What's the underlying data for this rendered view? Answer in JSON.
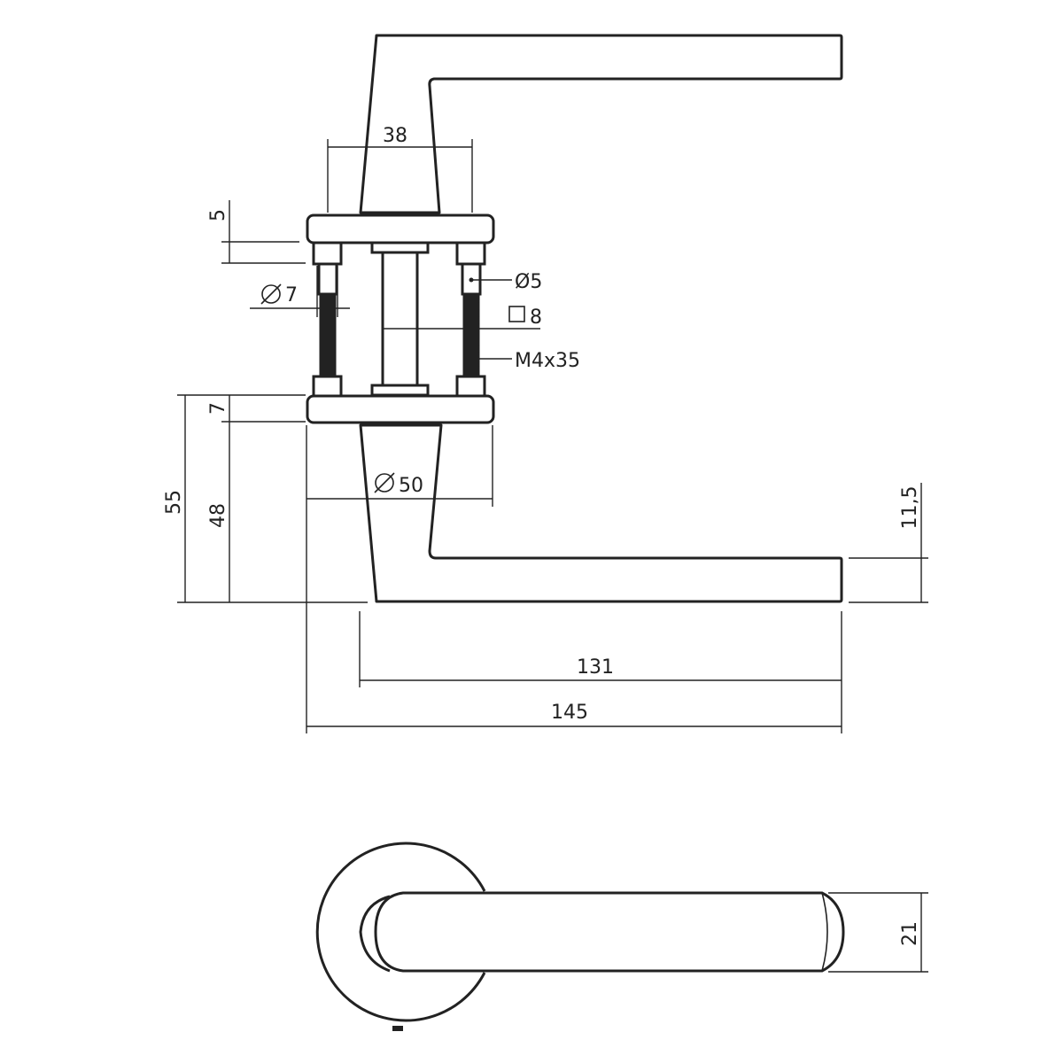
{
  "dimensions": {
    "rose_gap": "38",
    "rose_thickness": "5",
    "screw_diameter": "7",
    "pin_diameter": "Ø5",
    "spindle_square": "8",
    "screw_spec": "M4x35",
    "rose_height": "7",
    "rose_diameter": "50",
    "overall_height": "55",
    "lever_height": "48",
    "lever_thickness": "11,5",
    "lever_projection": "131",
    "overall_length": "145",
    "lever_width": "21"
  },
  "colors": {
    "line": "#222222",
    "background": "#ffffff"
  },
  "icons": {
    "diameter": "diameter-icon",
    "square": "square-icon"
  }
}
